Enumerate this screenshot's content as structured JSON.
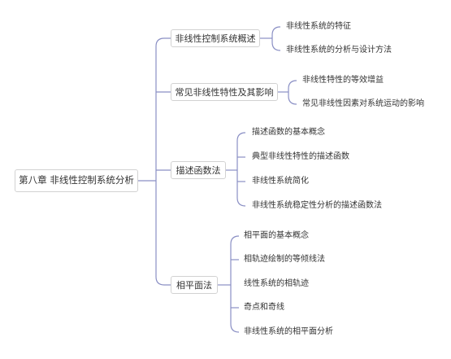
{
  "root": {
    "label": "第八章 非线性控制系统分析"
  },
  "branches": [
    {
      "label": "非线性控制系统概述",
      "children": [
        "非线性系统的特征",
        "非线性系统的分析与设计方法"
      ]
    },
    {
      "label": "常见非线性特性及其影响",
      "children": [
        "非线性特性的等效增益",
        "常见非线性因素对系统运动的影响"
      ]
    },
    {
      "label": "描述函数法",
      "children": [
        "描述函数的基本概念",
        "典型非线性特性的描述函数",
        "非线性系统简化",
        "非线性系统稳定性分析的描述函数法"
      ]
    },
    {
      "label": "相平面法",
      "children": [
        "相平面的基本概念",
        "相轨迹绘制的等倾线法",
        "线性系统的相轨迹",
        "奇点和奇线",
        "非线性系统的相平面分析"
      ]
    }
  ],
  "colors": {
    "line": "#8a8fc4",
    "border": "#d2d2d2",
    "text": "#333333"
  }
}
